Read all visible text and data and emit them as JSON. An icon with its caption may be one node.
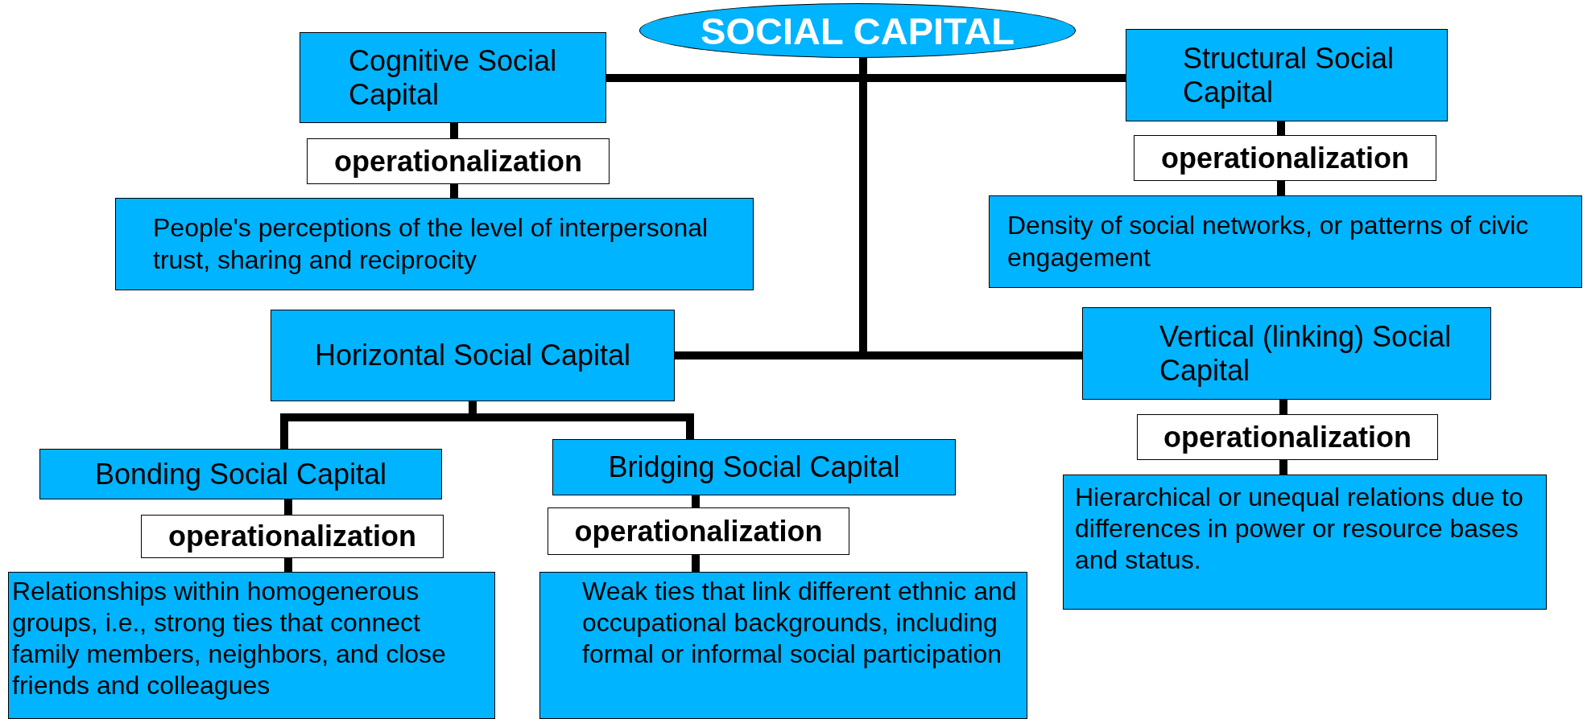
{
  "diagram": {
    "nodes": [
      {
        "text": [
          "SOCIAL CAPITAL"
        ]
      },
      {
        "text": [
          "Cognitive Social Capital"
        ]
      },
      {
        "text": [
          "operationalization"
        ]
      },
      {
        "text": [
          "People's perceptions of the level of interpersonal trust, sharing and reciprocity"
        ]
      },
      {
        "text": [
          "Structural Social Capital"
        ]
      },
      {
        "text": [
          "operationalization"
        ]
      },
      {
        "text": [
          "Density of social networks, or patterns of civic engagement"
        ]
      },
      {
        "text": [
          "Horizontal Social Capital"
        ]
      },
      {
        "text": [
          "Vertical (linking) Social Capital"
        ]
      },
      {
        "text": [
          "operationalization"
        ]
      },
      {
        "text": [
          "Hierarchical or unequal relations due to differences in power or resource bases and status."
        ]
      },
      {
        "text": [
          "Bonding Social Capital"
        ]
      },
      {
        "text": [
          "operationalization"
        ]
      },
      {
        "text": [
          "Relationships within homogenerous groups, i.e., strong ties that connect family members, neighbors, and close friends and colleagues"
        ]
      },
      {
        "text": [
          "Bridging Social Capital"
        ]
      },
      {
        "text": [
          "operationalization"
        ]
      },
      {
        "text": [
          "Weak ties that link different ethnic and occupational backgrounds, including formal or informal social participation"
        ]
      }
    ],
    "edges": [
      {
        "from": 0,
        "to": 1,
        "arrow": "none"
      },
      {
        "from": 0,
        "to": 4,
        "arrow": "none"
      },
      {
        "from": 0,
        "to": 7,
        "arrow": "none"
      },
      {
        "from": 0,
        "to": 8,
        "arrow": "none"
      },
      {
        "from": 1,
        "to": 2,
        "arrow": "none"
      },
      {
        "from": 2,
        "to": 3,
        "arrow": "none"
      },
      {
        "from": 4,
        "to": 5,
        "arrow": "none"
      },
      {
        "from": 5,
        "to": 6,
        "arrow": "none"
      },
      {
        "from": 8,
        "to": 9,
        "arrow": "none"
      },
      {
        "from": 9,
        "to": 10,
        "arrow": "none"
      },
      {
        "from": 7,
        "to": 11,
        "arrow": "none"
      },
      {
        "from": 7,
        "to": 14,
        "arrow": "none"
      },
      {
        "from": 11,
        "to": 12,
        "arrow": "none"
      },
      {
        "from": 12,
        "to": 13,
        "arrow": "none"
      },
      {
        "from": 14,
        "to": 15,
        "arrow": "none"
      },
      {
        "from": 15,
        "to": 16,
        "arrow": "none"
      }
    ]
  }
}
